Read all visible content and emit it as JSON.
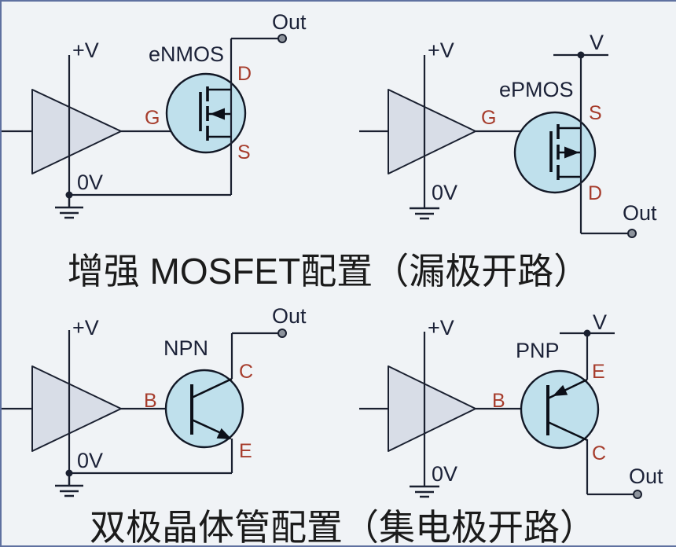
{
  "captions": {
    "mosfet": "增强 MOSFET配置（漏极开路）",
    "bjt": "双极晶体管配置（集电极开路）"
  },
  "labels": {
    "supply_pos": "+V",
    "supply_gnd": "0V",
    "rail_v": "V",
    "out": "Out"
  },
  "devices": {
    "enmos": {
      "name": "eNMOS",
      "gate": "G",
      "drain": "D",
      "source": "S"
    },
    "epmos": {
      "name": "ePMOS",
      "gate": "G",
      "source": "S",
      "drain": "D"
    },
    "npn": {
      "name": "NPN",
      "base": "B",
      "collector": "C",
      "emitter": "E"
    },
    "pnp": {
      "name": "PNP",
      "base": "B",
      "emitter": "E",
      "collector": "C"
    }
  },
  "colors": {
    "background": "#f0f3f6",
    "border": "#5f71a0",
    "wire": "#1a2030",
    "opamp_fill": "#d8dde7",
    "device_fill": "#bfe0ec",
    "pin_label": "#a63c2c",
    "device_label": "#1c2238",
    "caption": "#1b1b1b",
    "terminal_fill": "#8d939c"
  }
}
